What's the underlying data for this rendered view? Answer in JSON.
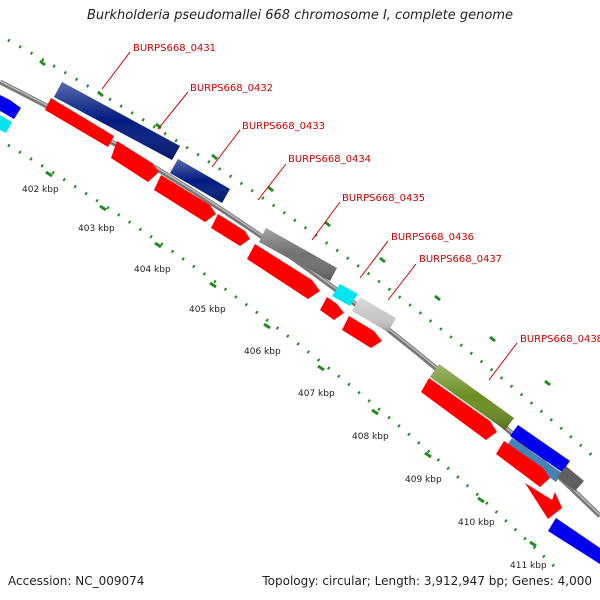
{
  "title": "Burkholderia pseudomallei 668 chromosome I, complete genome",
  "footer": {
    "accession": "Accession: NC_009074",
    "summary": "Topology: circular; Length: 3,912,947 bp; Genes: 4,000"
  },
  "colors": {
    "backbone": "#888888",
    "tick": "#228b22",
    "label": "#cc0000",
    "cds": "#ff0000",
    "navy": "#001a80",
    "gray": "#707070",
    "cyan": "#00e5ee",
    "light_gray": "#c8c8c8",
    "olive": "#6b8e23",
    "blue": "#0000ee"
  },
  "gene_labels": [
    "BURPS668_0431",
    "BURPS668_0432",
    "BURPS668_0433",
    "BURPS668_0434",
    "BURPS668_0435",
    "BURPS668_0436",
    "BURPS668_0437",
    "BURPS668_0438"
  ],
  "kbp_labels": [
    "402 kbp",
    "403 kbp",
    "404 kbp",
    "405 kbp",
    "406 kbp",
    "407 kbp",
    "408 kbp",
    "409 kbp",
    "410 kbp",
    "411 kbp"
  ]
}
